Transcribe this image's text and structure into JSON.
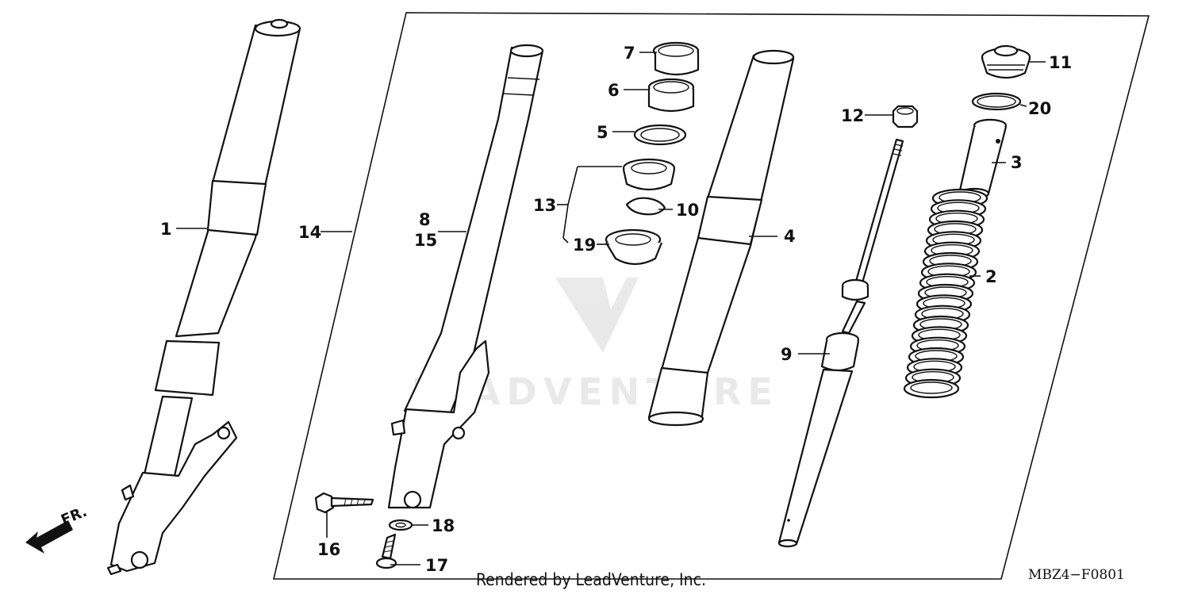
{
  "diagram": {
    "callouts": {
      "c1": "1",
      "c2": "2",
      "c3": "3",
      "c4": "4",
      "c5": "5",
      "c6": "6",
      "c7": "7",
      "c8": "8",
      "c9": "9",
      "c10": "10",
      "c11": "11",
      "c12": "12",
      "c13": "13",
      "c14": "14",
      "c15": "15",
      "c16": "16",
      "c17": "17",
      "c18": "18",
      "c19": "19",
      "c20": "20"
    },
    "direction_label": "FR.",
    "watermark": "LEADVENTURE",
    "footer_credit": "Rendered by LeadVenture, Inc.",
    "diagram_code": "MBZ4−F0801"
  }
}
